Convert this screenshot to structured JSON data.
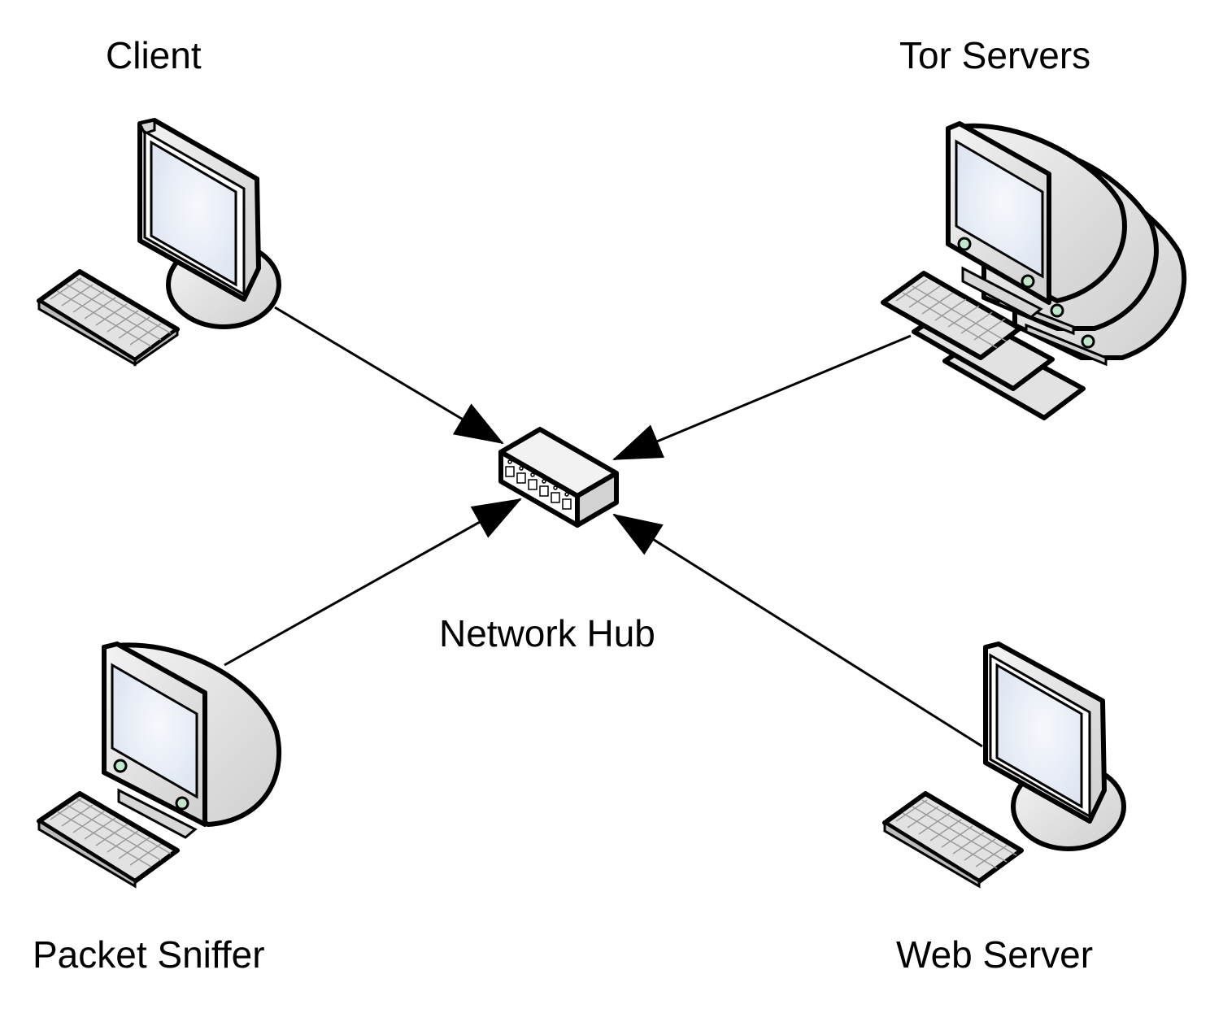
{
  "nodes": {
    "client": {
      "label": "Client",
      "type": "crt-monitor-with-keyboard"
    },
    "tor_servers": {
      "label": "Tor Servers",
      "type": "server-cluster"
    },
    "hub": {
      "label": "Network Hub",
      "type": "network-hub"
    },
    "sniffer": {
      "label": "Packet Sniffer",
      "type": "workstation"
    },
    "web_server": {
      "label": "Web Server",
      "type": "crt-monitor-with-keyboard"
    }
  },
  "edges": [
    {
      "from": "client",
      "to": "hub",
      "arrow": "at-hub"
    },
    {
      "from": "tor_servers",
      "to": "hub",
      "arrow": "at-hub"
    },
    {
      "from": "sniffer",
      "to": "hub",
      "arrow": "at-hub"
    },
    {
      "from": "web_server",
      "to": "hub",
      "arrow": "at-hub"
    }
  ],
  "colors": {
    "screen": "#e8eef8",
    "body": "#e6e6e6",
    "led": "#bfe8c8",
    "outline": "#000000"
  }
}
